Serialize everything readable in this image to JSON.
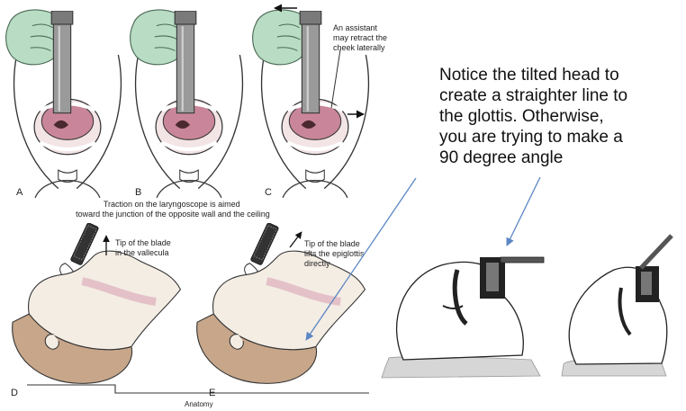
{
  "panel_labels": {
    "a": "A",
    "b": "B",
    "c": "C",
    "d": "D",
    "e": "E"
  },
  "assistant_note": [
    "An assistant",
    "may retract the",
    "cheek laterally"
  ],
  "traction_caption": [
    "Traction on the laryngoscope is aimed",
    "toward the junction of the opposite wall and the ceiling"
  ],
  "vallecula_label": [
    "Tip of the blade",
    "in the vallecula"
  ],
  "epiglottis_label": [
    "Tip of the blade",
    "lifts the epiglottis",
    "directly"
  ],
  "anatomy_caption": "Anatomy",
  "annotation_lines": [
    "Notice the tilted head to",
    "create a straighter line to",
    "the glottis.  Otherwise,",
    "you are trying to make a",
    "90 degree angle"
  ],
  "colors": {
    "glove": "#b9dcc4",
    "mouth": "#c9869a",
    "arrow": "#5b87c4",
    "skin": "#f4ede4"
  }
}
